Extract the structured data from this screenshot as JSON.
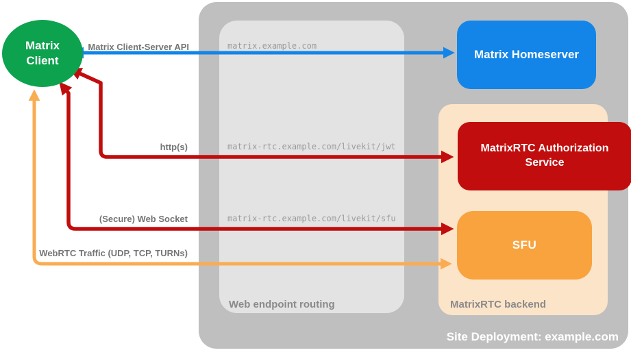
{
  "site": {
    "caption": "Site Deployment: example.com",
    "bg": "#bfbfbf"
  },
  "zones": {
    "routing": {
      "caption": "Web endpoint routing",
      "bg": "#e3e3e3"
    },
    "backend": {
      "caption": "MatrixRTC backend",
      "bg": "#fce4c9"
    }
  },
  "nodes": {
    "client": {
      "label": "Matrix Client",
      "bg": "#0da24e"
    },
    "homeserver": {
      "label": "Matrix Homeserver",
      "bg": "#1385e8"
    },
    "auth": {
      "label": "MatrixRTC Authorization Service",
      "bg": "#c10d0d"
    },
    "sfu": {
      "label": "SFU",
      "bg": "#f9a33f"
    }
  },
  "connections": {
    "cs_api": {
      "label": "Matrix Client-Server API",
      "endpoint": "matrix.example.com",
      "color": "#1385e8"
    },
    "jwt": {
      "label": "http(s)",
      "endpoint": "matrix-rtc.example.com/livekit/jwt",
      "color": "#c10d0d"
    },
    "ws": {
      "label": "(Secure) Web Socket",
      "endpoint": "matrix-rtc.example.com/livekit/sfu",
      "color": "#c10d0d"
    },
    "webrtc": {
      "label": "WebRTC Traffic (UDP, TCP, TURNs)",
      "color": "#faac52"
    }
  }
}
